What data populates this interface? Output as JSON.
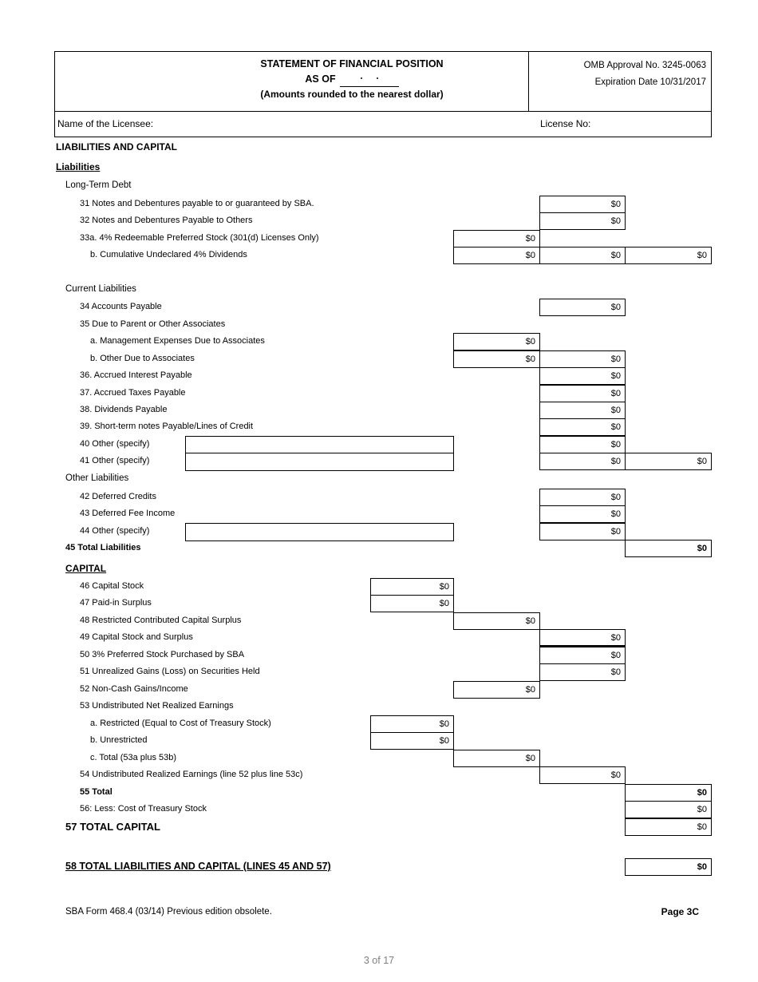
{
  "header": {
    "title": "STATEMENT OF FINANCIAL POSITION",
    "as_of_label": "AS OF",
    "subtitle": "(Amounts rounded to the nearest dollar)",
    "omb_line1": "OMB Approval No. 3245-0063",
    "omb_line2": "Expiration Date 10/31/2017",
    "name_label": "Name of the Licensee:",
    "license_label": "License No:"
  },
  "rows": [
    {
      "label": "LIABILITIES AND CAPITAL"
    },
    {
      "label": "Liabilities"
    },
    {
      "label": "Long-Term Debt"
    },
    {
      "label": "31 Notes and Debentures payable to or guaranteed by SBA.",
      "c": "$0"
    },
    {
      "label": "32 Notes and Debentures Payable to Others",
      "c": "$0"
    },
    {
      "label": "33a. 4% Redeemable Preferred Stock (301(d) Licenses Only)",
      "b": "$0"
    },
    {
      "label": "b. Cumulative Undeclared 4% Dividends",
      "b": "$0",
      "c": "$0",
      "d": "$0"
    },
    {
      "label": "Current Liabilities"
    },
    {
      "label": "34 Accounts Payable",
      "c": "$0"
    },
    {
      "label": "35 Due to Parent or Other Associates"
    },
    {
      "label": "a. Management Expenses Due to Associates",
      "b": "$0"
    },
    {
      "label": "b. Other Due to Associates",
      "b": "$0",
      "c": "$0"
    },
    {
      "label": "36. Accrued Interest Payable",
      "c": "$0"
    },
    {
      "label": "37. Accrued Taxes Payable",
      "c": "$0"
    },
    {
      "label": "38. Dividends Payable",
      "c": "$0"
    },
    {
      "label": "39. Short-term notes Payable/Lines of Credit",
      "c": "$0"
    },
    {
      "label": "40 Other (specify)",
      "specify": "",
      "c": "$0"
    },
    {
      "label": "41 Other (specify)",
      "specify": "",
      "c": "$0",
      "d": "$0"
    },
    {
      "label": "Other Liabilities"
    },
    {
      "label": "42 Deferred Credits",
      "c": "$0"
    },
    {
      "label": "43 Deferred Fee Income",
      "c": "$0"
    },
    {
      "label": "44 Other (specify)",
      "specify": "",
      "c": "$0"
    },
    {
      "label": "45 Total Liabilities",
      "d": "$0"
    },
    {
      "label": "CAPITAL"
    },
    {
      "label": "46 Capital Stock",
      "a": "$0"
    },
    {
      "label": "47 Paid-in Surplus",
      "a": "$0"
    },
    {
      "label": "48 Restricted Contributed Capital Surplus",
      "b": "$0"
    },
    {
      "label": "49 Capital Stock and Surplus",
      "c": "$0"
    },
    {
      "label": "50 3% Preferred Stock Purchased by SBA",
      "c": "$0"
    },
    {
      "label": "51 Unrealized Gains (Loss) on Securities Held",
      "c": "$0"
    },
    {
      "label": "52 Non-Cash Gains/Income",
      "b": "$0"
    },
    {
      "label": "53 Undistributed Net Realized Earnings"
    },
    {
      "label": "a. Restricted (Equal to Cost of Treasury Stock)",
      "a": "$0"
    },
    {
      "label": "b. Unrestricted",
      "a": "$0"
    },
    {
      "label": "c. Total (53a plus 53b)",
      "b": "$0"
    },
    {
      "label": "54 Undistributed Realized Earnings (line 52 plus line 53c)",
      "c": "$0"
    },
    {
      "label": "55 Total",
      "d": "$0"
    },
    {
      "label": "56: Less: Cost of Treasury Stock",
      "d": "$0"
    },
    {
      "label": "57 TOTAL CAPITAL",
      "d": "$0"
    },
    {
      "label": "58 TOTAL LIABILITIES AND CAPITAL (LINES 45 AND 57)",
      "d": "$0"
    }
  ],
  "footer": {
    "form_id": "SBA Form 468.4 (03/14) Previous edition obsolete.",
    "page_label": "Page 3C",
    "page_indicator": "3 of 17"
  }
}
